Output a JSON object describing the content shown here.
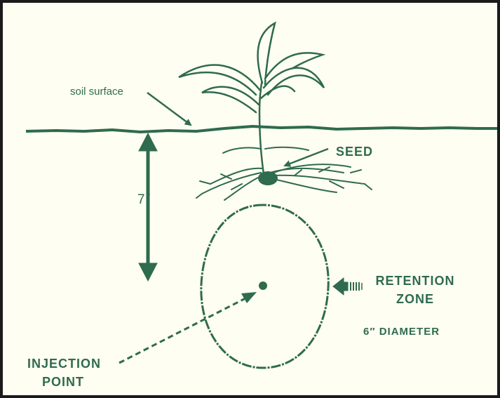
{
  "diagram": {
    "labels": {
      "soil_surface": "soil surface",
      "seed": "SEED",
      "depth": "7″",
      "retention_line1": "RETENTION",
      "retention_line2": "ZONE",
      "diameter": "6″ DIAMETER",
      "injection_line1": "INJECTION",
      "injection_line2": "POINT"
    },
    "colors": {
      "ink": "#2f6b4e",
      "paper": "#fffef2",
      "border": "#1b1b1b"
    }
  }
}
